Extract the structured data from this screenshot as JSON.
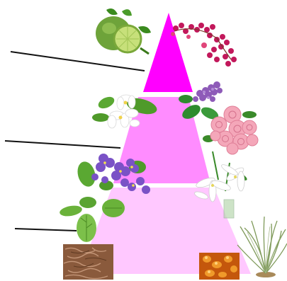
{
  "diagram": {
    "kind": "fragrance-note-pyramid",
    "tiers": [
      {
        "id": "top",
        "color": "#ff00ff",
        "ingredients": [
          {
            "name": "bergamot",
            "icon": "bergamot-citrus-icon"
          },
          {
            "name": "pink-pepper",
            "icon": "pink-pepper-berries-icon"
          }
        ]
      },
      {
        "id": "heart",
        "color": "#ff8cff",
        "ingredients": [
          {
            "name": "jasmine",
            "icon": "jasmine-flower-icon"
          },
          {
            "name": "lilac",
            "icon": "lilac-flower-icon"
          },
          {
            "name": "rose",
            "icon": "rose-bouquet-icon"
          }
        ]
      },
      {
        "id": "base",
        "color": "#ffc8ff",
        "ingredients": [
          {
            "name": "violet",
            "icon": "violet-flower-icon"
          },
          {
            "name": "violet-leaf",
            "icon": "green-leaf-icon"
          },
          {
            "name": "lily",
            "icon": "white-lily-icon"
          },
          {
            "name": "sandalwood",
            "icon": "wood-shavings-icon"
          },
          {
            "name": "amber",
            "icon": "amber-resin-icon"
          },
          {
            "name": "vetiver",
            "icon": "vetiver-grass-icon"
          }
        ]
      }
    ]
  }
}
